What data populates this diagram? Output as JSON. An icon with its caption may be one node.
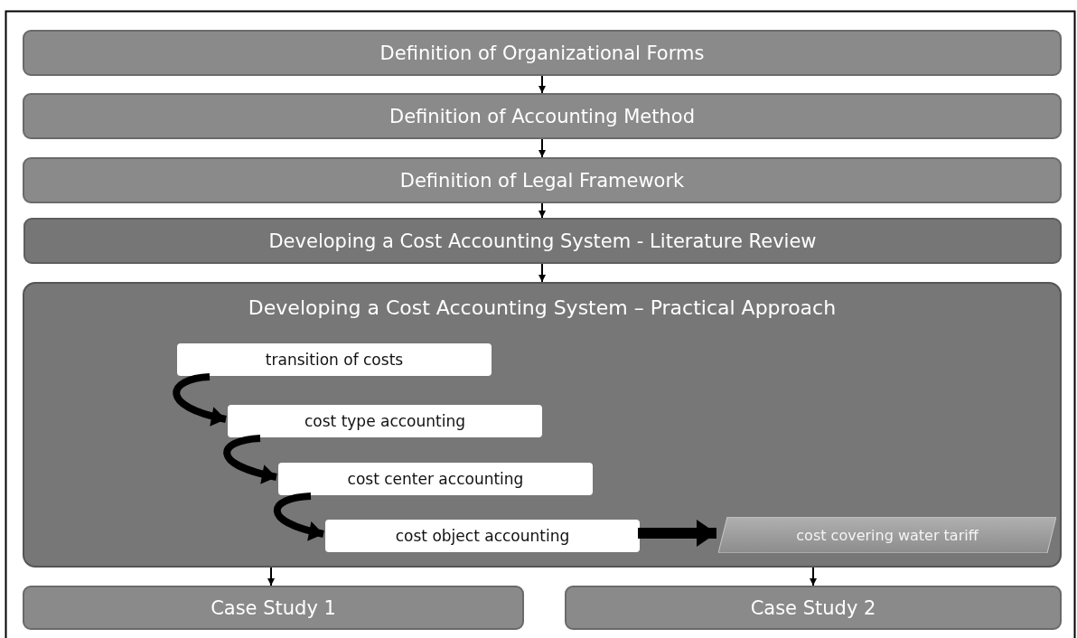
{
  "diagram": {
    "nodes": [
      {
        "text": [
          "Definition of Organizational Forms"
        ]
      },
      {
        "text": [
          "Definition of Accounting Method"
        ]
      },
      {
        "text": [
          "Definition of Legal Framework"
        ]
      },
      {
        "text": [
          "Developing a Cost Accounting System - Literature Review"
        ]
      },
      {
        "text": [
          "Developing a Cost Accounting System – Practical Approach"
        ]
      },
      {
        "text": [
          "transition of costs"
        ],
        "in": 4
      },
      {
        "text": [
          "cost type accounting"
        ],
        "in": 4
      },
      {
        "text": [
          "cost center accounting"
        ],
        "in": 4
      },
      {
        "text": [
          "cost object accounting"
        ],
        "in": 4
      },
      {
        "text": [
          "cost covering water tariff"
        ],
        "in": 4
      },
      {
        "text": [
          "Case Study 1"
        ]
      },
      {
        "text": [
          "Case Study 2"
        ]
      }
    ],
    "edges": [
      {
        "from": 0,
        "to": 1,
        "arrow": "to"
      },
      {
        "from": 1,
        "to": 2,
        "arrow": "to"
      },
      {
        "from": 2,
        "to": 3,
        "arrow": "to"
      },
      {
        "from": 3,
        "to": 4,
        "arrow": "to"
      },
      {
        "from": 5,
        "to": 6,
        "arrow": "to",
        "style": "thick"
      },
      {
        "from": 6,
        "to": 7,
        "arrow": "to",
        "style": "thick"
      },
      {
        "from": 7,
        "to": 8,
        "arrow": "to",
        "style": "thick"
      },
      {
        "from": 8,
        "to": 9,
        "arrow": "to",
        "style": "thick"
      },
      {
        "from": 4,
        "to": 10,
        "arrow": "to"
      },
      {
        "from": 4,
        "to": 11,
        "arrow": "to"
      }
    ]
  }
}
